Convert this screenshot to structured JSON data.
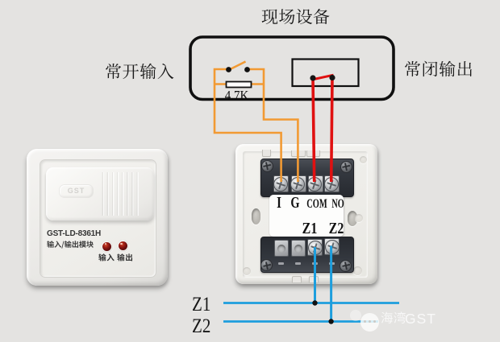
{
  "title": "现场设备",
  "box": {
    "normally_open_label": "常开输入",
    "normally_closed_label": "常闭输出",
    "resistor_value": "4.7K"
  },
  "module": {
    "model": "GST-LD-8361H",
    "name": "输入/输出模块",
    "logo": "GST",
    "led_input_label": "输入",
    "led_output_label": "输出"
  },
  "terminal_block": {
    "row1": [
      "I",
      "G",
      "COM",
      "NO"
    ],
    "row2": [
      "Z1",
      "Z2"
    ]
  },
  "bus": {
    "line1": "Z1",
    "line2": "Z2"
  },
  "watermark": {
    "text_cjk": "海湾",
    "text_latin": "GST"
  },
  "colors": {
    "input_wire_orange": "#f29a33",
    "output_wire_red": "#e01111",
    "bus_wire_blue": "#1d9edd",
    "outline_black": "#111111",
    "background_gray": "#e4e3e1"
  }
}
